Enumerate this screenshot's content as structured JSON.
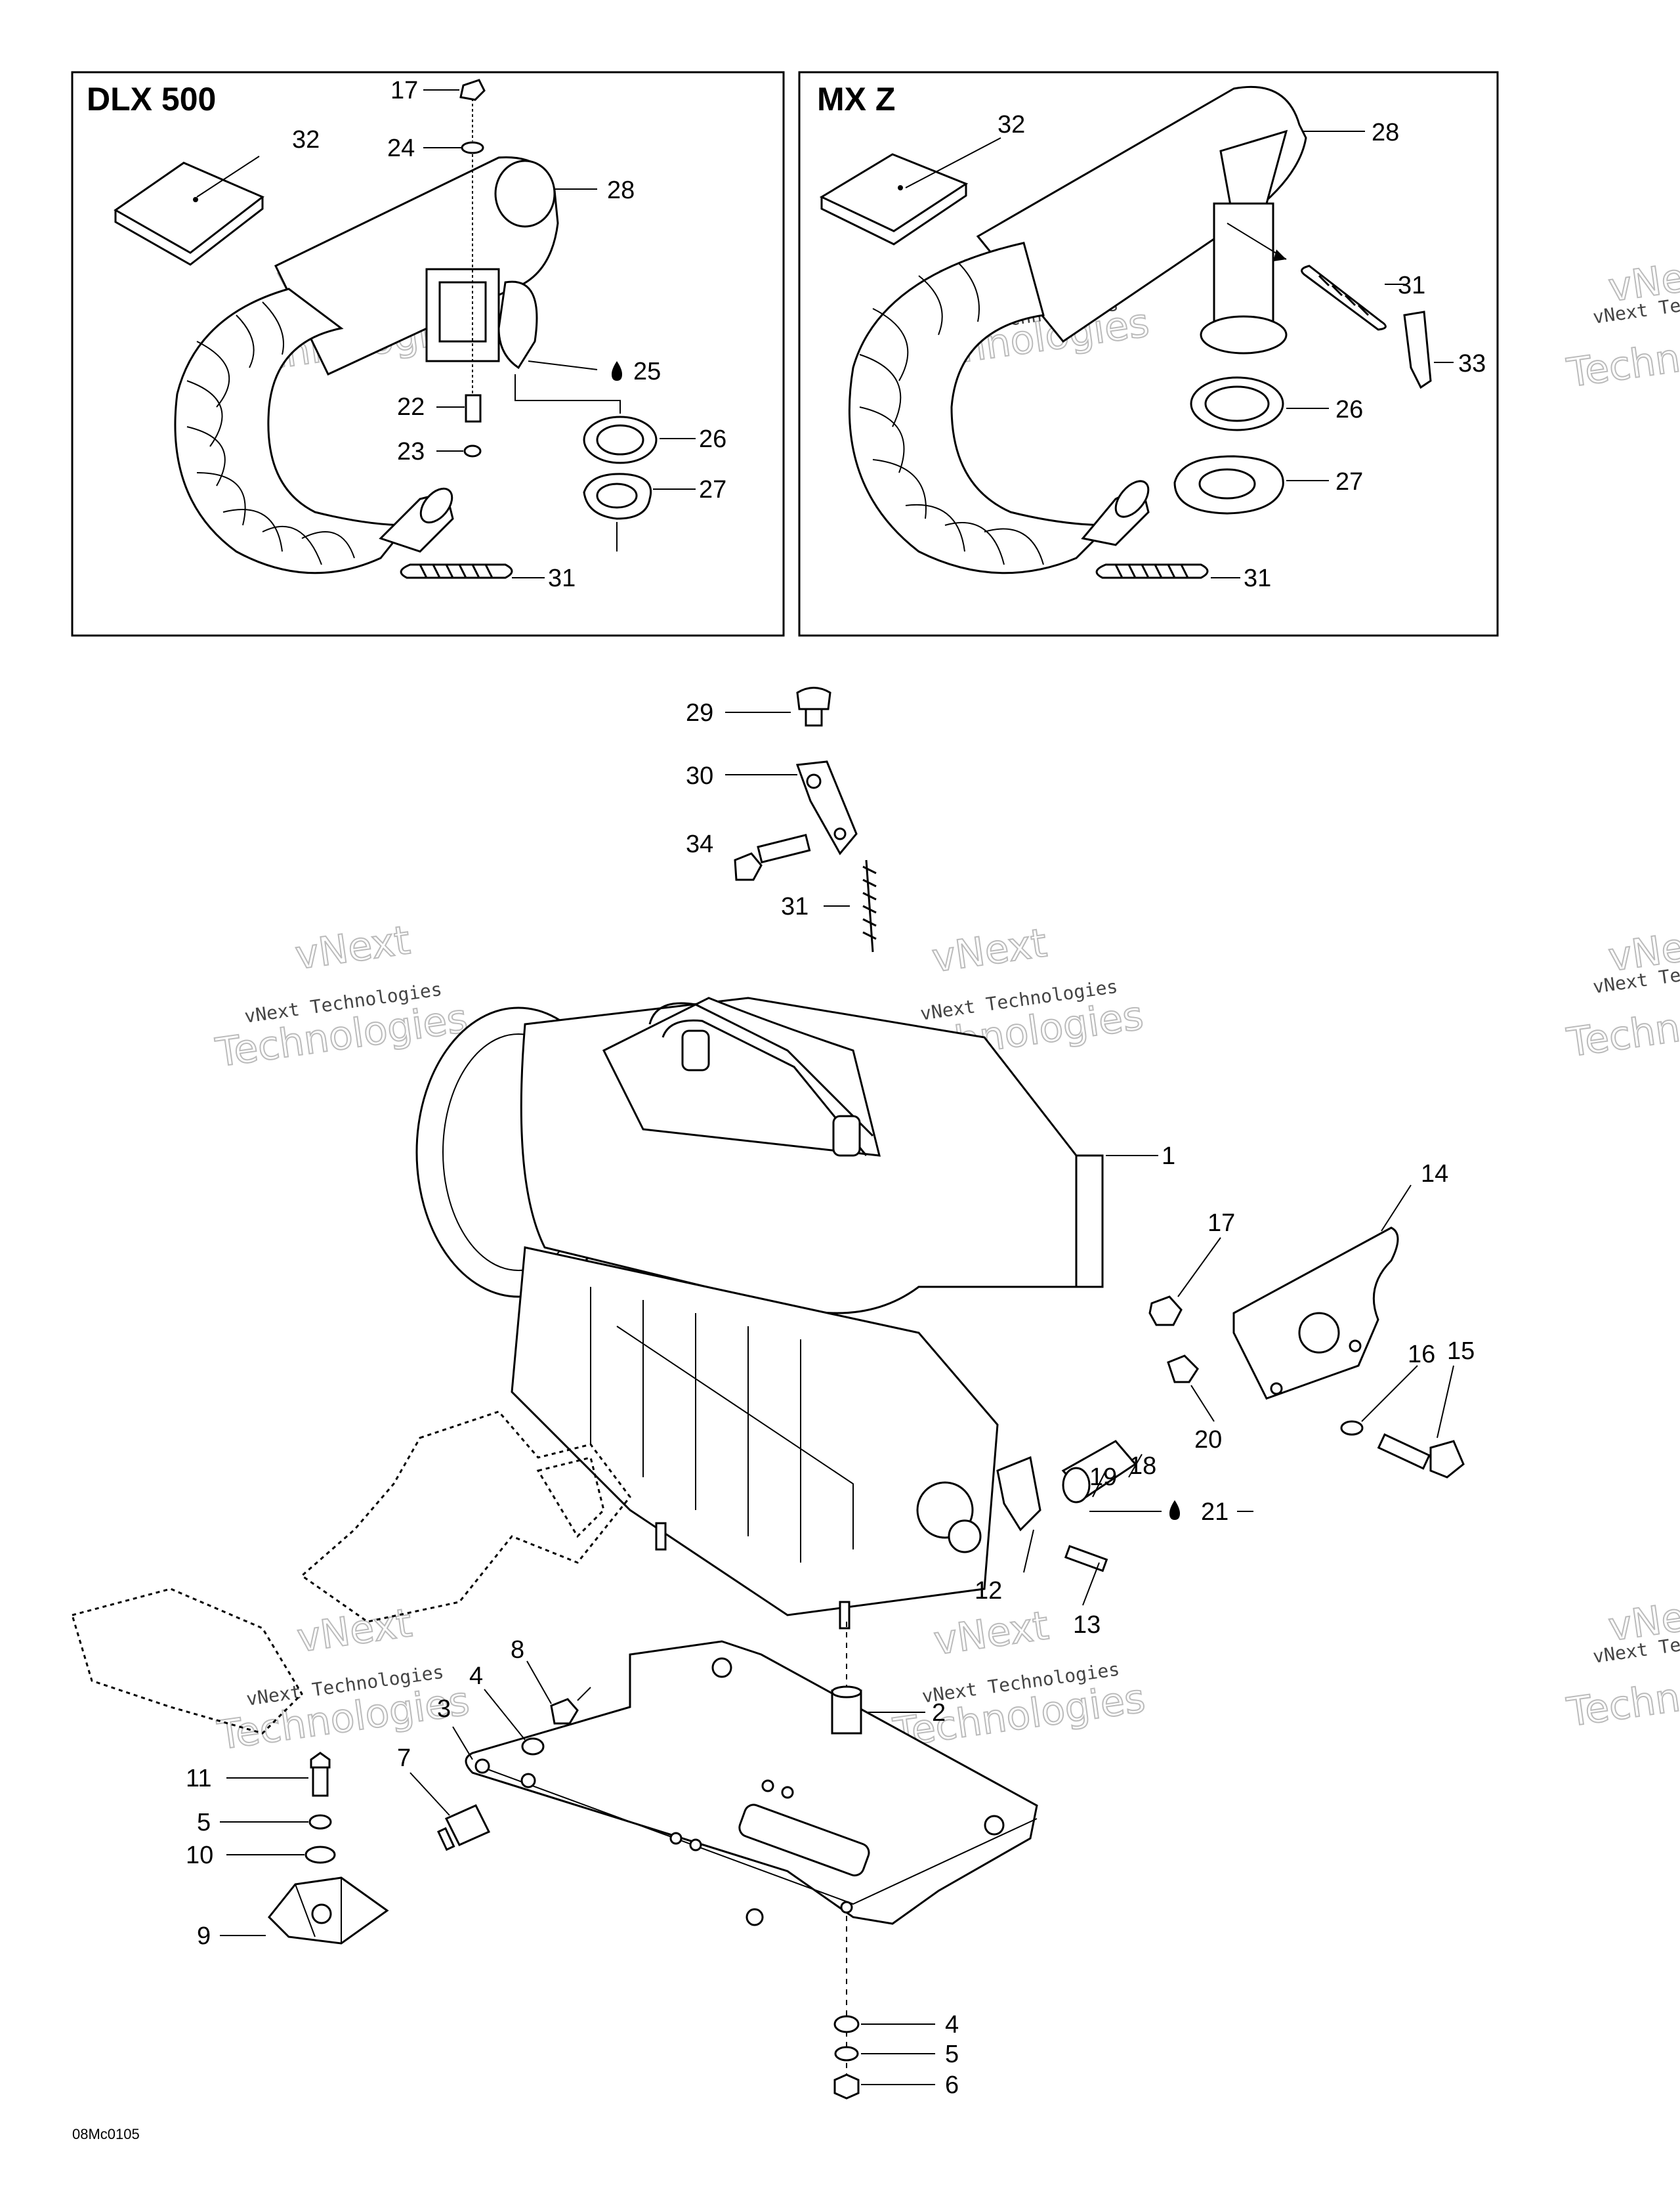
{
  "panels": {
    "left": {
      "title": "DLX 500"
    },
    "right": {
      "title": "MX Z"
    }
  },
  "callouts": {
    "l17": "17",
    "l24": "24",
    "l32": "32",
    "l28": "28",
    "l25": "25",
    "l22": "22",
    "l23": "23",
    "l26": "26",
    "l27": "27",
    "l31": "31",
    "r32": "32",
    "r28": "28",
    "r31": "31",
    "r33": "33",
    "r26": "26",
    "r27": "27",
    "r31b": "31",
    "c29": "29",
    "c30": "30",
    "c34": "34",
    "c31": "31",
    "c1": "1",
    "c14": "14",
    "c17": "17",
    "c16": "16",
    "c15": "15",
    "c20": "20",
    "c18": "18",
    "c19": "19",
    "c21": "21",
    "c12": "12",
    "c13": "13",
    "c8": "8",
    "c4": "4",
    "c3": "3",
    "c7": "7",
    "c2": "2",
    "c11": "11",
    "c5": "5",
    "c10": "10",
    "c9": "9",
    "c4b": "4",
    "c5b": "5",
    "c6": "6"
  },
  "watermark": {
    "line1": "vNext Technologies",
    "line2": "vNext",
    "line3": "Technologies"
  },
  "drawing_code": "08Mc0105",
  "icons": {
    "sealant": "droplet-icon"
  }
}
